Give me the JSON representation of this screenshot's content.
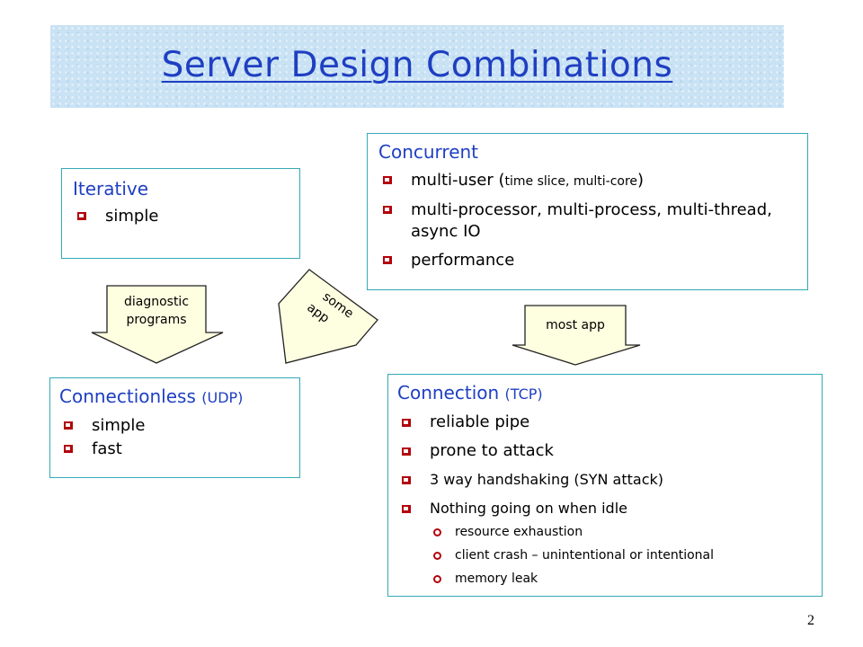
{
  "title": "Server Design Combinations",
  "iterative": {
    "title": "Iterative",
    "items": [
      "simple"
    ]
  },
  "concurrent": {
    "title": "Concurrent",
    "item1_main": "multi-user (",
    "item1_small": "time slice, multi-core",
    "item1_close": ")",
    "item2": "multi-processor, multi-process, multi-thread, async IO",
    "item3": "performance"
  },
  "connectionless": {
    "title": "Connectionless",
    "title_sub": "(UDP)",
    "items": [
      "simple",
      "fast"
    ]
  },
  "connection": {
    "title": "Connection",
    "title_sub": "(TCP)",
    "items": [
      "reliable pipe",
      "prone to attack",
      "3 way handshaking (SYN attack)",
      "Nothing going on when idle"
    ],
    "sub_items": [
      "resource exhaustion",
      "client crash – unintentional or intentional",
      "memory leak"
    ]
  },
  "arrows": {
    "diagnostic_line1": "diagnostic",
    "diagnostic_line2": "programs",
    "some_line1": "some",
    "some_line2": "app",
    "most": "most app"
  },
  "page_number": "2",
  "colors": {
    "title": "#1f3fc2",
    "box_border": "#34a9b4",
    "arrow_fill": "#fefee0",
    "bullet": "#b3000a"
  }
}
